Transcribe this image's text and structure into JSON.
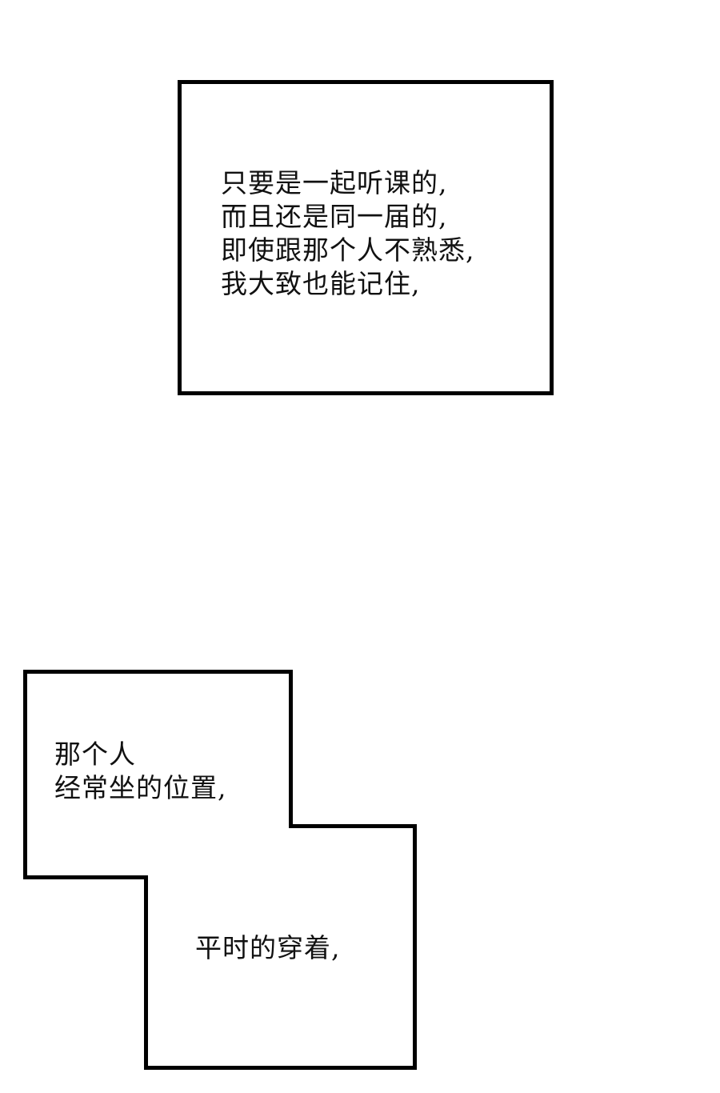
{
  "panels": [
    {
      "id": "box-1",
      "lines": [
        "只要是一起听课的,",
        "而且还是同一届的,",
        "即使跟那个人不熟悉,",
        "我大致也能记住,"
      ]
    },
    {
      "id": "box-2",
      "upper_lines": [
        "那个人",
        "经常坐的位置,"
      ],
      "lower_lines": [
        "平时的穿着,"
      ]
    }
  ],
  "colors": {
    "border": "#000000",
    "background": "#ffffff",
    "text": "#111111"
  }
}
